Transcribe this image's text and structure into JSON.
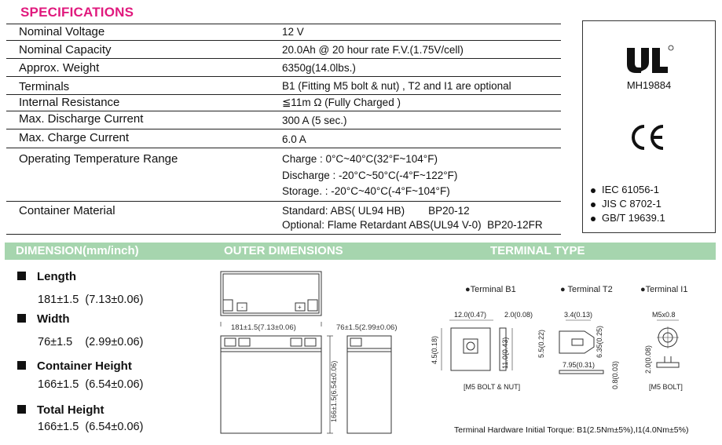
{
  "specifications": {
    "title": "SPECIFICATIONS",
    "rows": [
      {
        "label": "Nominal Voltage",
        "values": [
          "12 V"
        ]
      },
      {
        "label": "Nominal Capacity",
        "values": [
          "20.0Ah @ 20 hour rate F.V.(1.75V/cell)"
        ]
      },
      {
        "label": "Approx. Weight",
        "values": [
          "6350g(14.0lbs.)"
        ]
      },
      {
        "label": "Terminals",
        "values": [
          "B1 (Fitting M5 bolt & nut) , T2 and I1 are optional"
        ]
      },
      {
        "label": "Internal Resistance",
        "values": [
          "≦11m Ω  (Fully Charged )"
        ]
      },
      {
        "label": "Max. Discharge Current",
        "values": [
          "300 A (5 sec.)"
        ]
      },
      {
        "label": "Max. Charge Current",
        "values": [
          "6.0 A"
        ]
      },
      {
        "label": "Operating Temperature Range",
        "values": [
          "Charge : 0°C~40°C(32°F~104°F)",
          "Discharge : -20°C~50°C(-4°F~122°F)",
          "Storage. : -20°C~40°C(-4°F~104°F)"
        ]
      },
      {
        "label": "Container Material",
        "values": [
          "Standard: ABS( UL94 HB)        BP20-12",
          "Optional: Flame Retardant ABS(UL94 V-0)  BP20-12FR"
        ]
      }
    ]
  },
  "certifications": {
    "ul_number": "MH19884",
    "standards": [
      "IEC 61056-1",
      "JIS C 8702-1",
      "GB/T 19639.1"
    ]
  },
  "section_headers": {
    "dimension": "DIMENSION(mm/inch)",
    "outer": "OUTER DIMENSIONS",
    "terminal": "TERMINAL TYPE"
  },
  "dimensions": [
    {
      "label": "Length",
      "value": "181±1.5  (7.13±0.06)"
    },
    {
      "label": "Width",
      "value": "76±1.5    (2.99±0.06)"
    },
    {
      "label": "Container Height",
      "value": "166±1.5  (6.54±0.06)"
    },
    {
      "label": "Total  Height",
      "value": "166±1.5  (6.54±0.06)"
    }
  ],
  "outer_drawing": {
    "length_label": "181±1.5(7.13±0.06)",
    "width_label": "76±1.5(2.99±0.06)",
    "height_label": "166±1.5(6.54±0.06)"
  },
  "terminals": {
    "b1": {
      "name": "●Terminal B1",
      "note": "[M5 BOLT & NUT]",
      "d1": "12.0(0.47)",
      "d2": "2.0(0.08)",
      "d3": "4.5(0.18)",
      "d4": "11.0(0.43)",
      "d5": "5.5(0.22)"
    },
    "t2": {
      "name": "● Terminal T2",
      "d1": "3.4(0.13)",
      "d2": "6.35(0.25)",
      "d3": "7.95(0.31)",
      "d4": "0.8(0.03)"
    },
    "i1": {
      "name": "●Terminal I1",
      "note": "[M5 BOLT]",
      "d1": "M5x0.8",
      "d2": "2.0(0.08)"
    }
  },
  "torque_note": "Terminal Hardware Initial Torque: B1(2.5Nm±5%),I1(4.0Nm±5%)"
}
